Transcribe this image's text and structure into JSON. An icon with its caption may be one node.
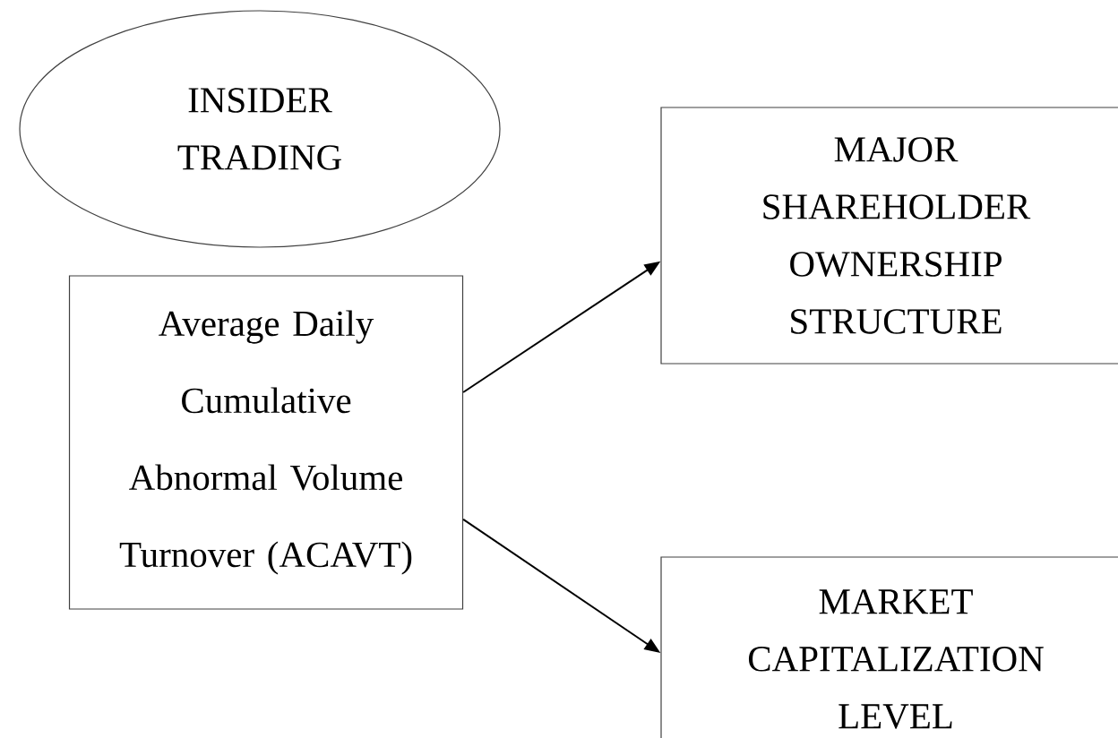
{
  "diagram": {
    "nodes": [
      {
        "text": [
          "INSIDER TRADING"
        ]
      },
      {
        "text": [
          "Average Daily Cumulative Abnormal Volume Turnover (ACAVT)"
        ]
      },
      {
        "text": [
          "MAJOR SHAREHOLDER OWNERSHIP STRUCTURE"
        ]
      },
      {
        "text": [
          "MARKET CAPITALIZATION LEVEL"
        ]
      }
    ],
    "edges": [
      {
        "from": 1,
        "to": 2,
        "arrow": "to"
      },
      {
        "from": 1,
        "to": 3,
        "arrow": "to"
      }
    ]
  }
}
